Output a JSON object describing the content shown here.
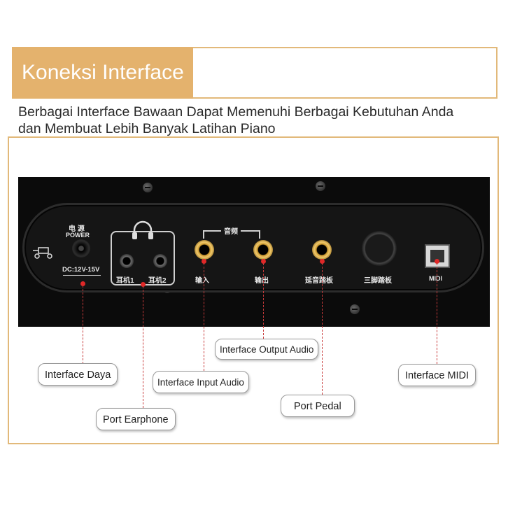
{
  "header": {
    "title": "Koneksi Interface"
  },
  "subtitle": {
    "line1": "Berbagai Interface Bawaan Dapat Memenuhi Berbagai Kebutuhan Anda",
    "line2": "dan Membuat Lebih Banyak Latihan Piano"
  },
  "panel": {
    "power_cn": "电 源",
    "power_en": "POWER",
    "power_spec": "DC:12V-15V",
    "ear1": "耳机1",
    "ear2": "耳机2",
    "audio_cn": "音频",
    "input_cn": "输入",
    "output_cn": "输出",
    "sustain_cn": "延音踏板",
    "triple_pedal_cn": "三脚踏板",
    "midi": "MIDI"
  },
  "callouts": {
    "daya": "Interface Daya",
    "earphone": "Port Earphone",
    "input_audio": "Interface Input Audio",
    "output_audio": "Interface Output Audio",
    "pedal": "Port Pedal",
    "midi": "Interface MIDI"
  },
  "colors": {
    "accent": "#e4b26d",
    "frame": "#e2b97a",
    "marker": "#e02828"
  }
}
